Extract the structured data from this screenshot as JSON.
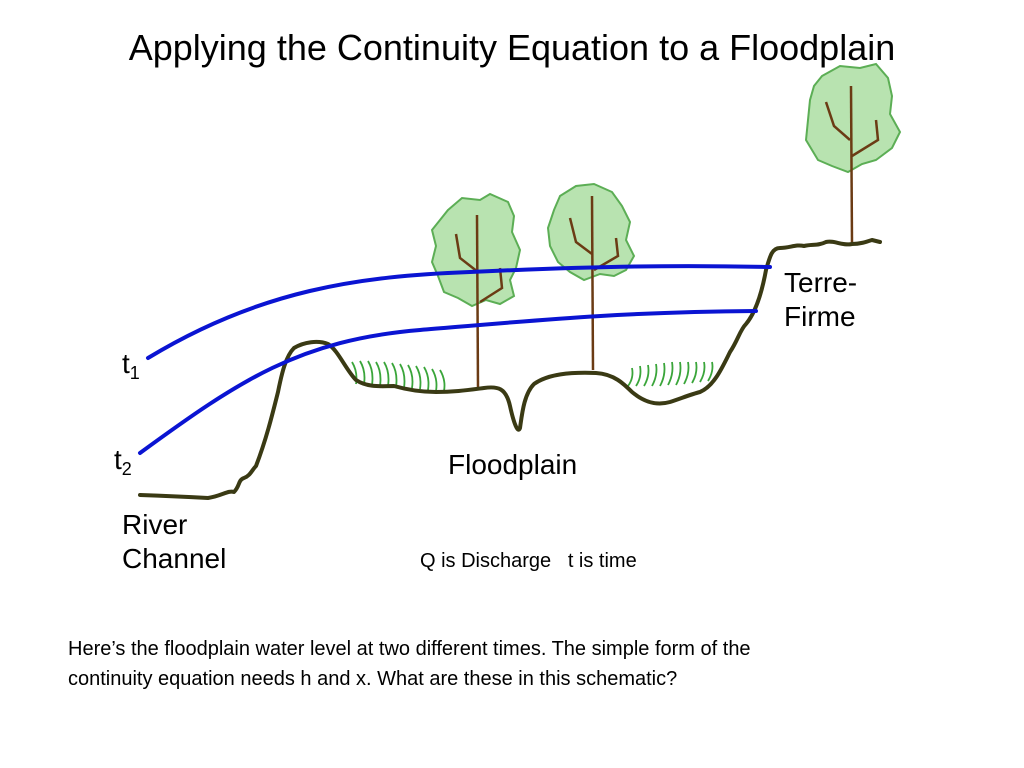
{
  "title": "Applying the Continuity Equation to a Floodplain",
  "labels": {
    "t1": {
      "base": "t",
      "sub": "1"
    },
    "t2": {
      "base": "t",
      "sub": "2"
    },
    "river_channel_line1": "River",
    "river_channel_line2": "Channel",
    "floodplain": "Floodplain",
    "terre_firme_line1": "Terre-",
    "terre_firme_line2": "Firme"
  },
  "legend": "Q is Discharge   t is time",
  "caption_line1": "Here’s the floodplain water level at two different times.  The simple form of the",
  "caption_line2": "continuity equation needs h and x.  What are these in this schematic?",
  "colors": {
    "ground": "#3a3a14",
    "water": "#0a14d2",
    "tree_fill": "#b8e3b0",
    "tree_edge": "#5cae55",
    "trunk": "#6b3b14",
    "grass": "#3aa53a"
  }
}
